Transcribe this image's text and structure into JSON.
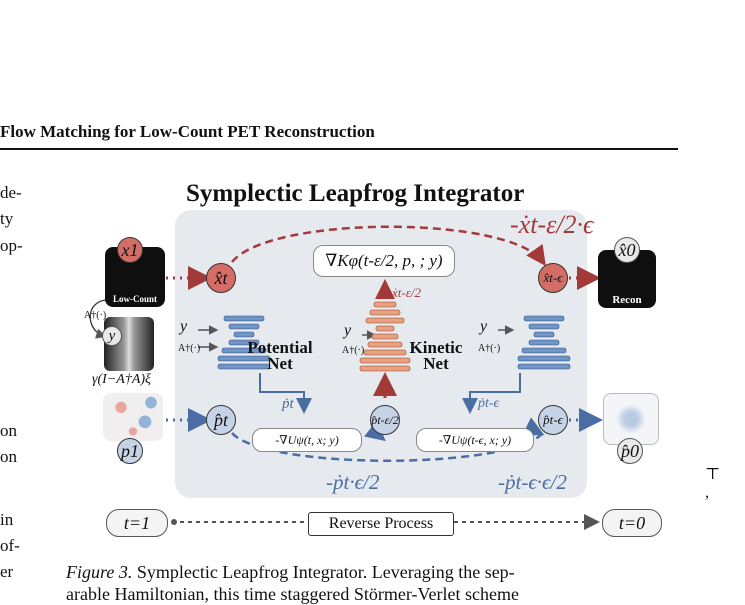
{
  "running_head": "Flow Matching for Low-Count PET Reconstruction",
  "left_fragments": [
    "de-",
    "ty",
    "op-",
    "on",
    "on",
    "in",
    "of-",
    "er"
  ],
  "right_fragments": [
    "⊤",
    ","
  ],
  "figure": {
    "title": "Symplectic Leapfrog Integrator",
    "top_flow_label": "-ẋt-ε/2·ϵ",
    "kinetic_formula": "∇Kφ(t-ε/2, p, ; y)",
    "potential_formula_left": "-∇Uψ(t, x; y)",
    "potential_formula_right": "-∇Uψ(t-ϵ, x; y)",
    "bottom_left_label": "-ṗt·ϵ/2",
    "bottom_right_label": "-ṗt-ϵ·ϵ/2",
    "nodes": {
      "x1": "x1",
      "xt": "x̂t",
      "x_t_eps": "x̂t-ϵ",
      "x0": "x̂0",
      "p1": "p1",
      "pt": "p̂t",
      "p_half": "p̂t-ε/2",
      "p_t_eps": "p̂t-ϵ",
      "p0": "p̂0",
      "y": "y"
    },
    "labels": {
      "low_count": "Low-Count",
      "recon": "Recon",
      "operator": "A†(·)",
      "noise_expr": "γ(I−A†A)ξ",
      "potential_net_1": "Potential",
      "potential_net_2": "Net",
      "kinetic_net_1": "Kinetic",
      "kinetic_net_2": "Net",
      "p_dot_t": "ṗt",
      "p_dot_t_eps": "ṗt-ϵ",
      "x_dot_half": "ẋt-ε/2"
    },
    "timeline": {
      "start": "t=1",
      "end": "t=0",
      "label": "Reverse Process"
    },
    "colors": {
      "red": "#a33a3a",
      "blue": "#4a6ea3",
      "panel": "#e6eaef",
      "kinetic": "#e8a07f",
      "potential": "#6f94c6"
    }
  },
  "caption": {
    "lead": "Figure 3.",
    "line1": "Symplectic Leapfrog Integrator. Leveraging the sep-",
    "line2": "arable Hamiltonian, this time staggered Störmer-Verlet scheme"
  }
}
